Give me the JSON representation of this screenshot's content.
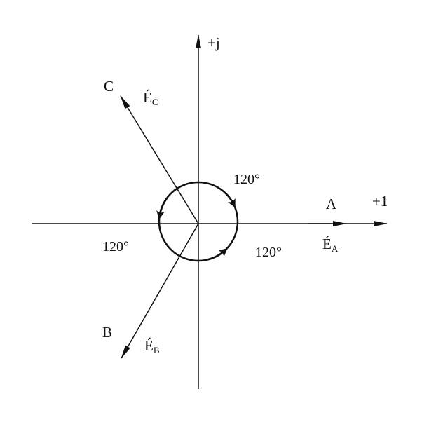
{
  "axes": {
    "real_label": "+1",
    "imag_label": "+j"
  },
  "phasors": [
    {
      "id": "a",
      "point_label": "A",
      "emf_symbol": "É",
      "emf_subscript": "A"
    },
    {
      "id": "b",
      "point_label": "B",
      "emf_symbol": "É",
      "emf_subscript": "B"
    },
    {
      "id": "c",
      "point_label": "C",
      "emf_symbol": "É",
      "emf_subscript": "C"
    }
  ],
  "angles": [
    {
      "label": "120°"
    },
    {
      "label": "120°"
    },
    {
      "label": "120°"
    }
  ],
  "colors": {
    "line": "#111111",
    "background": "#ffffff"
  }
}
